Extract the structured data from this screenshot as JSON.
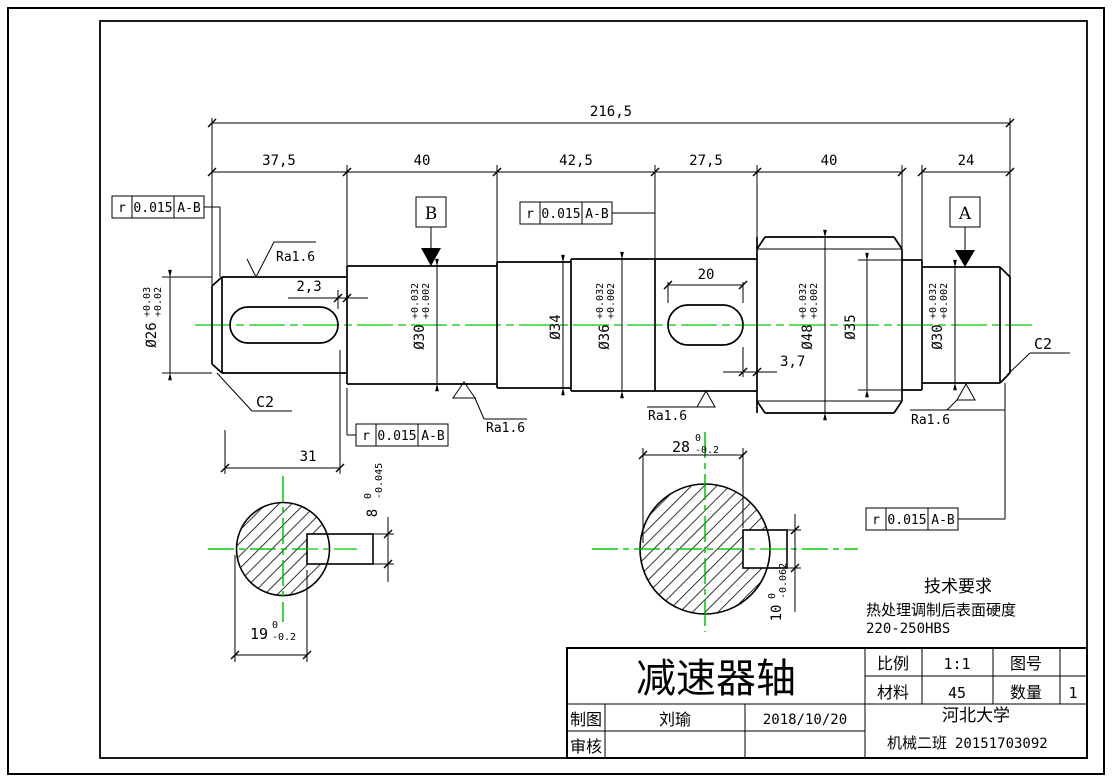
{
  "drawing": {
    "accent_green": "#00c800",
    "dims": {
      "total": "216,5",
      "segs": [
        "37,5",
        "40",
        "42,5",
        "27,5",
        "40",
        "24"
      ],
      "key1_end_offset": "2,3",
      "key1_span": "31",
      "key2_len": "20",
      "key2_end_offset": "3,7"
    },
    "diameters": {
      "d26": {
        "main": "Ø26",
        "up": "+0.03",
        "dn": "+0.02"
      },
      "d30b": {
        "main": "Ø30",
        "up": "+0.032",
        "dn": "+0.002"
      },
      "d34": {
        "main": "Ø34"
      },
      "d36": {
        "main": "Ø36",
        "up": "+0.032",
        "dn": "+0.002"
      },
      "d48": {
        "main": "Ø48",
        "up": "+0.032",
        "dn": "+0.002"
      },
      "d35": {
        "main": "Ø35"
      },
      "d30a": {
        "main": "Ø30",
        "up": "+0.032",
        "dn": "+0.002"
      }
    },
    "cross_sections": {
      "cs1_width": {
        "main": "19",
        "up": "0",
        "dn": "-0.2"
      },
      "cs1_key": {
        "main": "8",
        "up": "0",
        "dn": "-0.045"
      },
      "cs2_width": {
        "main": "28",
        "up": "0",
        "dn": "-0.2"
      },
      "cs2_key": {
        "main": "10",
        "up": "0",
        "dn": "-0.062"
      }
    },
    "chamfer_label": "C2",
    "roughness_label": "Ra1.6",
    "datum_a": "A",
    "datum_b": "B",
    "tol_frame": {
      "sym": "r",
      "val": "0.015",
      "ref": "A-B"
    },
    "tech": {
      "title": "技术要求",
      "line1": "热处理调制后表面硬度",
      "line2": "220-250HBS"
    }
  },
  "title_block": {
    "part_title": "减速器轴",
    "scale_label": "比例",
    "scale_value": "1:1",
    "fig_no_label": "图号",
    "fig_no_value": "",
    "material_label": "材料",
    "material_value": "45",
    "qty_label": "数量",
    "qty_value": "1",
    "drawn_label": "制图",
    "drawn_value": "刘瑜",
    "date_value": "2018/10/20",
    "audit_label": "审核",
    "school": "河北大学",
    "class_name": "机械二班",
    "student_no": "20151703092"
  }
}
